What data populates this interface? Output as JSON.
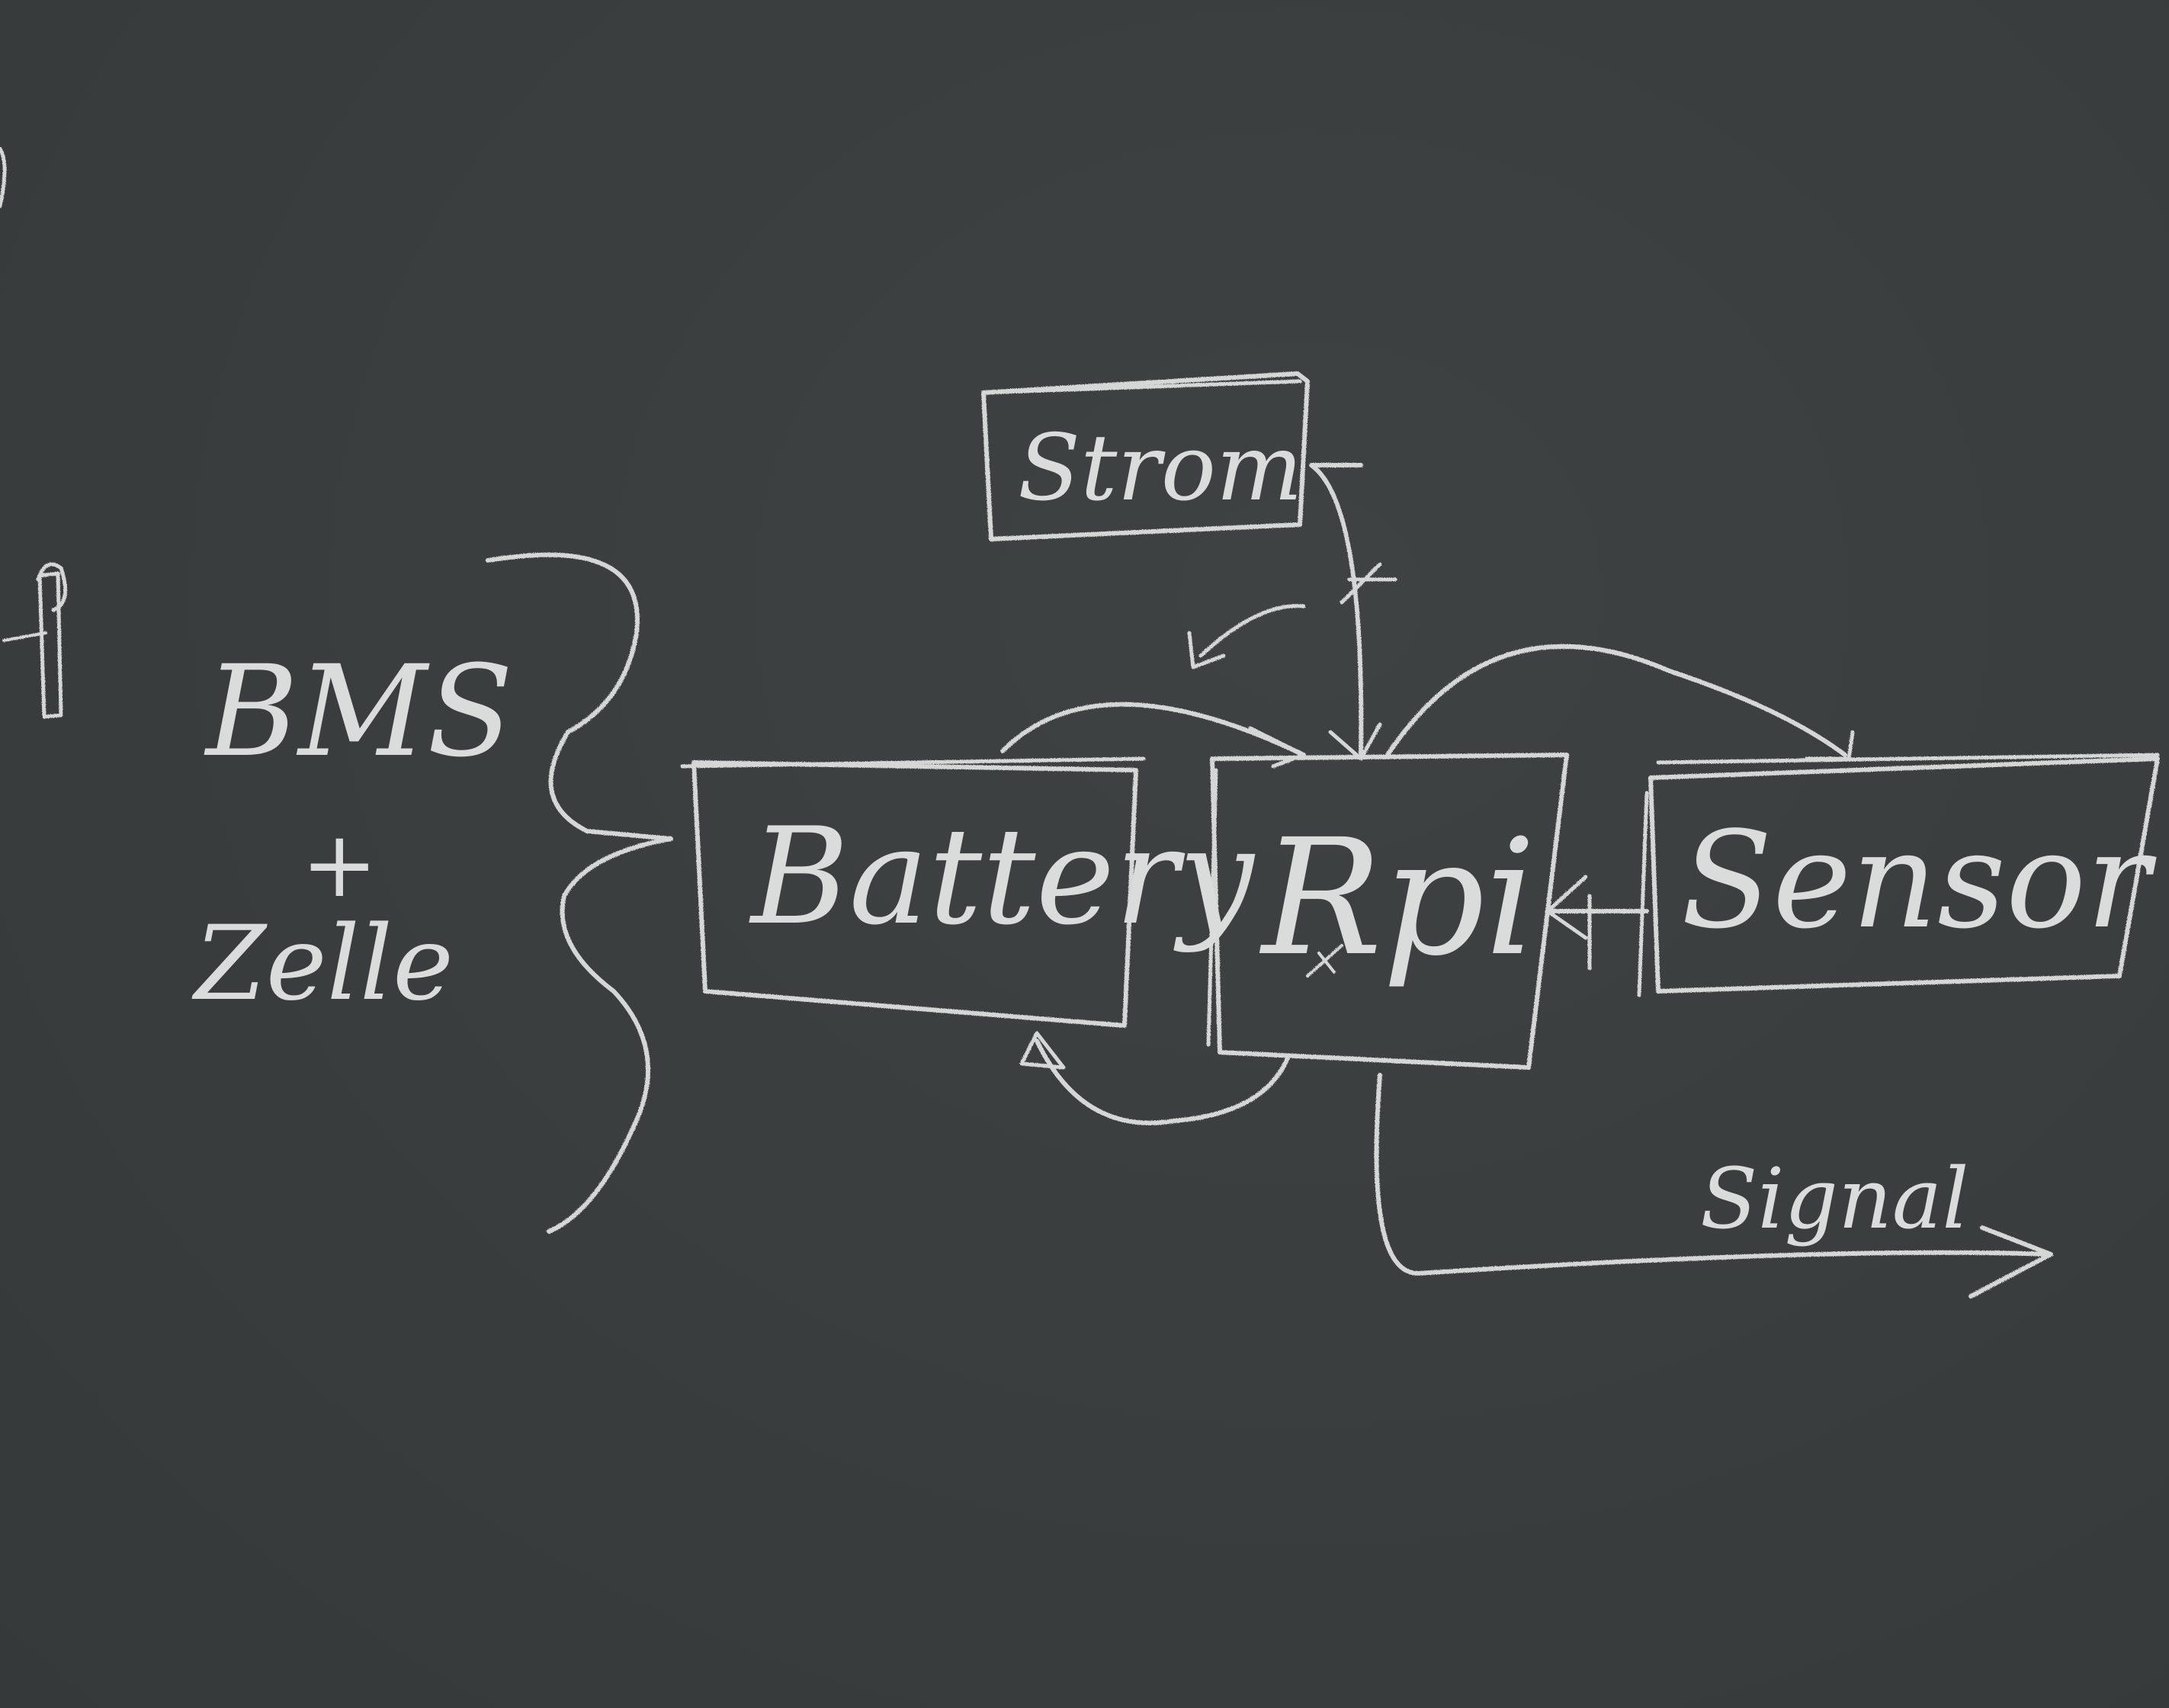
{
  "diagram": {
    "nodes": {
      "strom": "Strom",
      "battery": "Battery",
      "rpi": "Rpi",
      "sensor": "Sensor"
    },
    "annotation": {
      "line1": "BMS",
      "line2": "+",
      "line3": "Zelle"
    },
    "output_label": "Signal"
  },
  "colors": {
    "board": "#3a3e3e",
    "chalk": "#d4d7d5"
  }
}
